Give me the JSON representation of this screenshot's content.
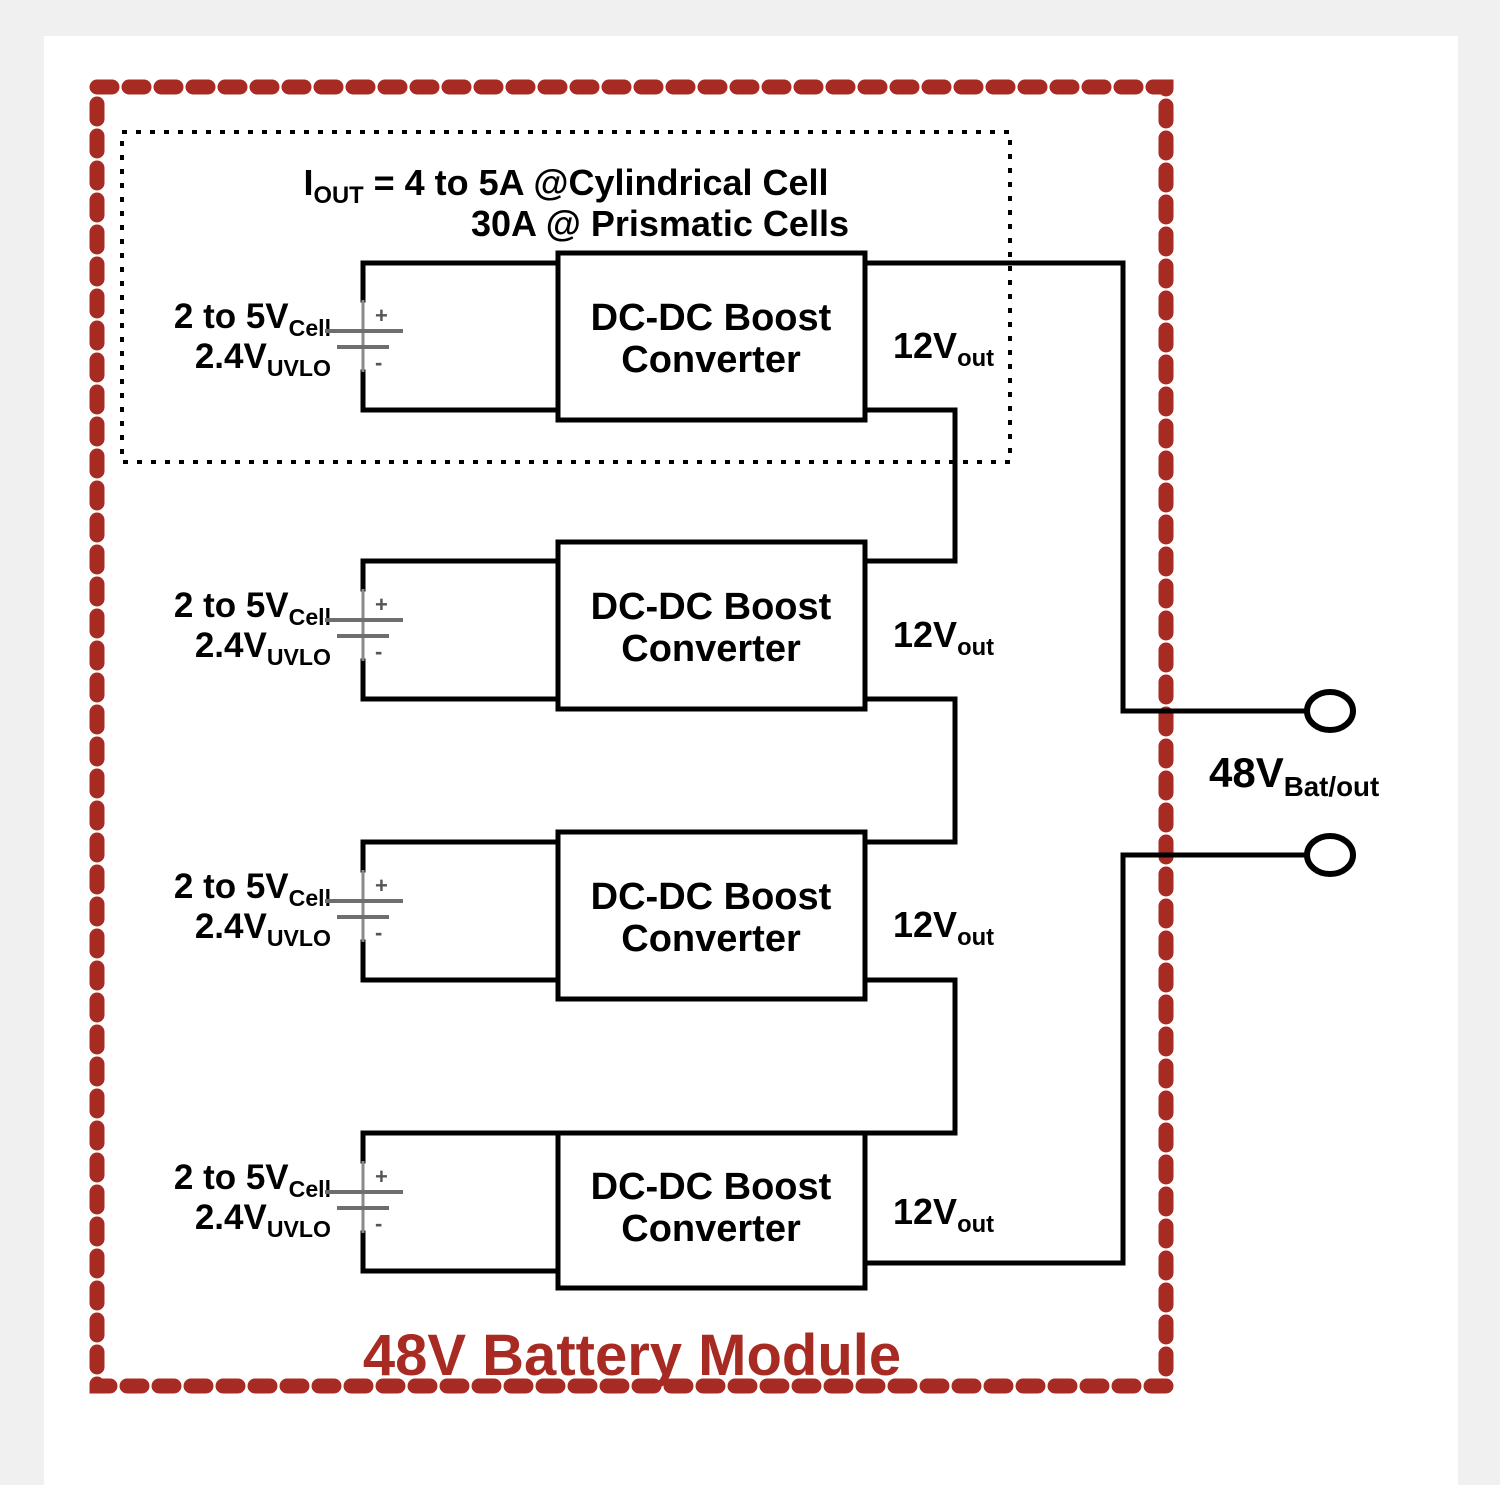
{
  "figure": {
    "title": "48V Battery Module",
    "type": "circuit-block-diagram",
    "module_label": "48V Battery Module",
    "module_label_color": "#a72b22",
    "border_color": "#a72b22",
    "wire_color": "#000000",
    "page_background": "#ffffff",
    "canvas_background": "#f0f0f0"
  },
  "annotation": {
    "current_spec_line1_prefix": "I",
    "current_spec_line1_sub": "OUT",
    "current_spec_line1_rest": " = 4 to 5A @Cylindrical Cell",
    "current_spec_line2": "30A @ Prismatic Cells",
    "current_spec_full": "IOUT = 4 to 5A @Cylindrical Cell / 30A @ Prismatic Cells"
  },
  "stages": [
    {
      "id": "stage-1",
      "cell_voltage_main": "2 to 5V",
      "cell_voltage_sub": "Cell",
      "uvlo_main": "2.4V",
      "uvlo_sub": "UVLO",
      "converter_line1": "DC-DC Boost",
      "converter_line2": "Converter",
      "output_main": "12V",
      "output_sub": "out",
      "battery_plus": "+",
      "battery_minus": "-"
    },
    {
      "id": "stage-2",
      "cell_voltage_main": "2 to 5V",
      "cell_voltage_sub": "Cell",
      "uvlo_main": "2.4V",
      "uvlo_sub": "UVLO",
      "converter_line1": "DC-DC Boost",
      "converter_line2": "Converter",
      "output_main": "12V",
      "output_sub": "out",
      "battery_plus": "+",
      "battery_minus": "-"
    },
    {
      "id": "stage-3",
      "cell_voltage_main": "2 to 5V",
      "cell_voltage_sub": "Cell",
      "uvlo_main": "2.4V",
      "uvlo_sub": "UVLO",
      "converter_line1": "DC-DC Boost",
      "converter_line2": "Converter",
      "output_main": "12V",
      "output_sub": "out",
      "battery_plus": "+",
      "battery_minus": "-"
    },
    {
      "id": "stage-4",
      "cell_voltage_main": "2 to 5V",
      "cell_voltage_sub": "Cell",
      "uvlo_main": "2.4V",
      "uvlo_sub": "UVLO",
      "converter_line1": "DC-DC Boost",
      "converter_line2": "Converter",
      "output_main": "12V",
      "output_sub": "out",
      "battery_plus": "+",
      "battery_minus": "-"
    }
  ],
  "output": {
    "terminal_label_main": "48V",
    "terminal_label_sub": "Bat/out",
    "terminal_count": 2
  }
}
